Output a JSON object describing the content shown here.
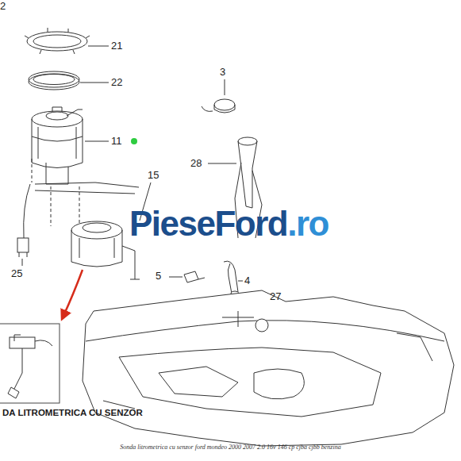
{
  "diagram": {
    "caption": "Sonda litrometrica cu senzor ford mondeo 2000 2007 2.0 16v 146 cp cjba cjbb benzina",
    "labels": [
      "2",
      "21",
      "22",
      "11",
      "3",
      "15",
      "28",
      "PieseFord",
      ".ro",
      "25",
      "5",
      "4",
      "27",
      "DA LITROMETRICA CU SENZOR"
    ]
  }
}
